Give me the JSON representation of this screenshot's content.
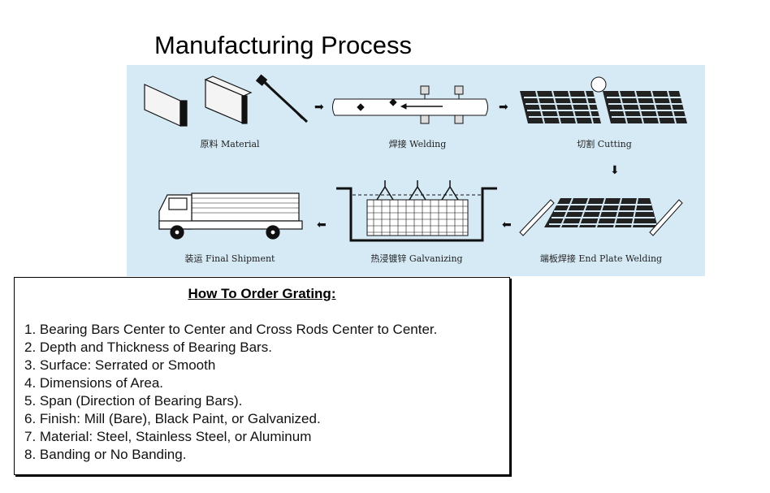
{
  "title": "Manufacturing Process",
  "steps": [
    {
      "label": "原料 Material"
    },
    {
      "label": "焊接 Welding"
    },
    {
      "label": "切割 Cutting"
    },
    {
      "label": "端板焊接 End Plate Welding"
    },
    {
      "label": "热浸镀锌 Galvanizing"
    },
    {
      "label": "装运 Final Shipment"
    }
  ],
  "arrow_glyphs": {
    "right": "➡",
    "down": "⬇",
    "left": "⬅"
  },
  "colors": {
    "panel": "#d6eaf6",
    "ink": "#111111"
  },
  "order": {
    "title": "How To Order Grating:",
    "items": [
      "1. Bearing Bars Center to Center and Cross Rods Center to Center.",
      "2. Depth and Thickness of Bearing Bars.",
      "3. Surface: Serrated or Smooth",
      "4. Dimensions of Area.",
      "5. Span (Direction of Bearing Bars).",
      "6. Finish: Mill (Bare), Black Paint, or Galvanized.",
      "7. Material: Steel, Stainless Steel, or Aluminum",
      "8. Banding or No Banding."
    ]
  }
}
